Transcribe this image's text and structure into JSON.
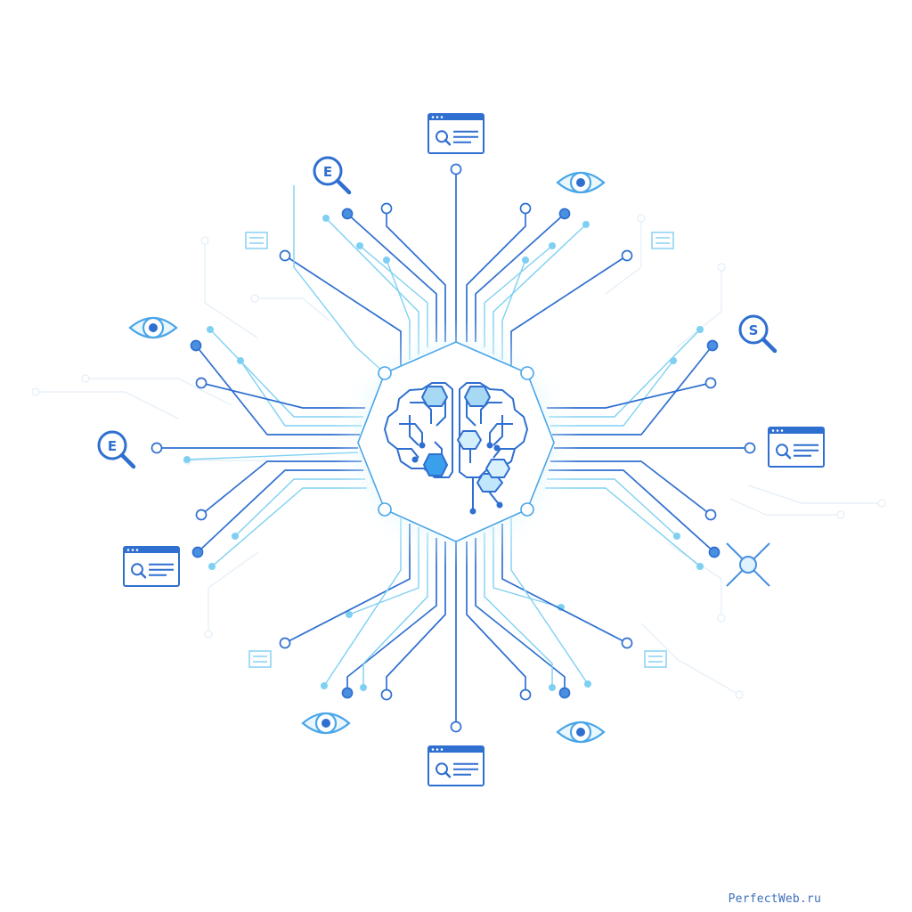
{
  "diagram": {
    "center": "brain-chip",
    "icons": [
      {
        "type": "browser-search-icon"
      },
      {
        "type": "browser-search-icon"
      },
      {
        "type": "browser-search-icon"
      },
      {
        "type": "browser-search-icon"
      },
      {
        "type": "eye-icon"
      },
      {
        "type": "eye-icon"
      },
      {
        "type": "eye-icon"
      },
      {
        "type": "eye-icon"
      },
      {
        "type": "magnifier-letter-icon",
        "letter": "E"
      },
      {
        "type": "magnifier-letter-icon",
        "letter": "E"
      },
      {
        "type": "magnifier-letter-icon",
        "letter": "S"
      },
      {
        "type": "crossed-node-icon"
      },
      {
        "type": "mini-panel-icon"
      },
      {
        "type": "mini-panel-icon"
      },
      {
        "type": "mini-panel-icon"
      },
      {
        "type": "mini-panel-icon"
      }
    ]
  },
  "colors": {
    "dark_blue": "#2f6fd0",
    "mid_blue": "#4a8fe0",
    "light_blue": "#7ed0f2",
    "glow": "#bfe9fb"
  },
  "watermark": "PerfectWeb.ru"
}
